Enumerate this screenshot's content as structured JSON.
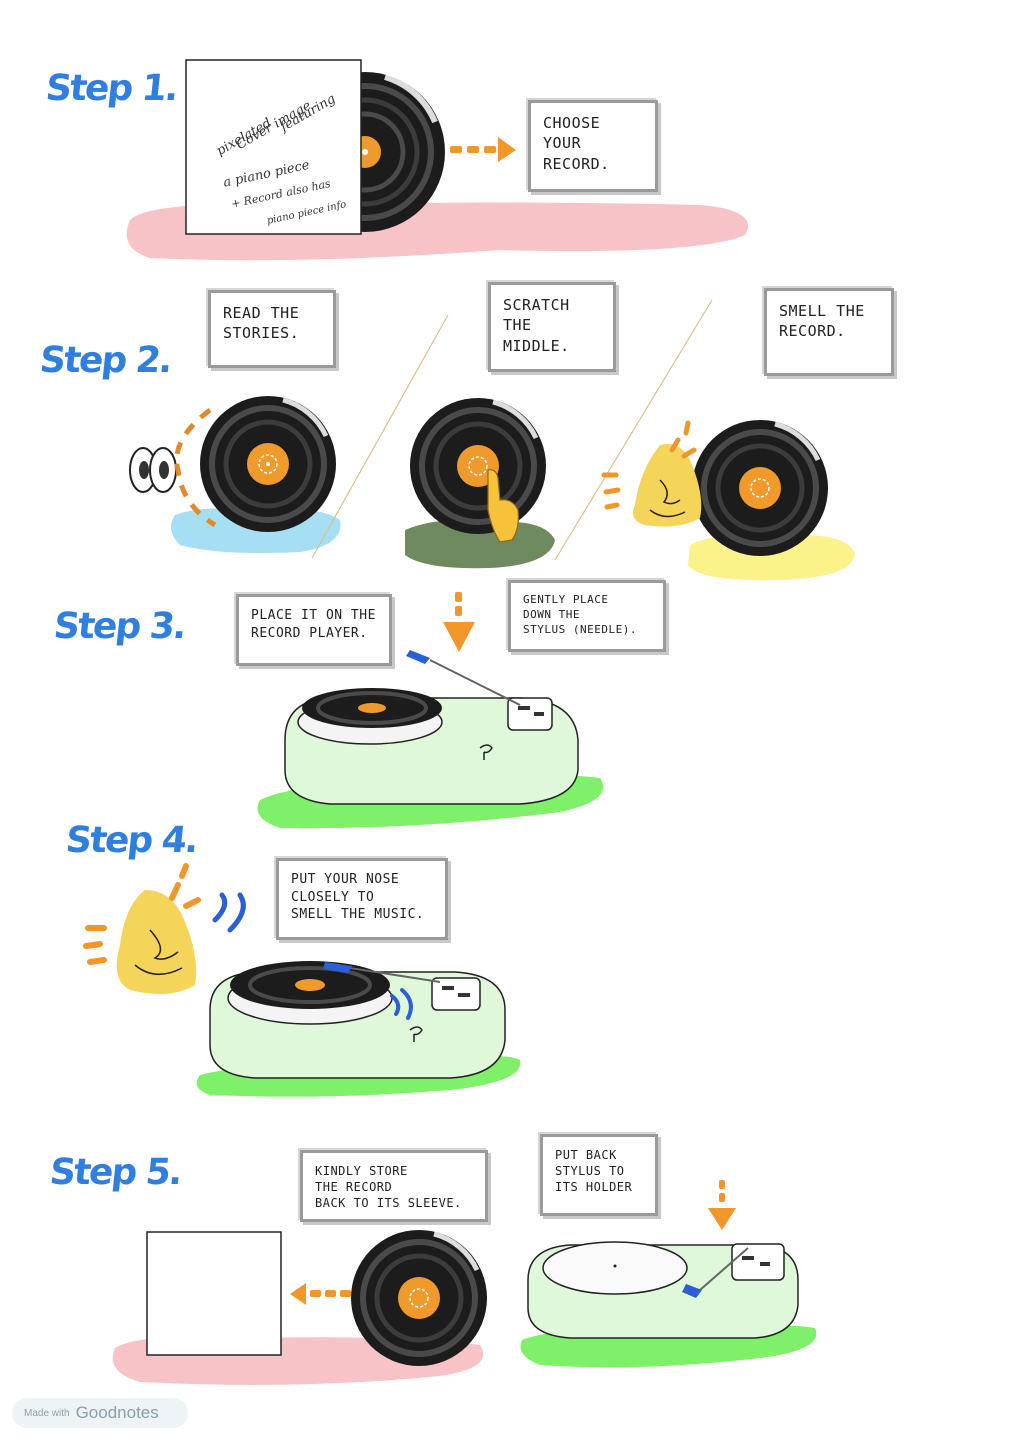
{
  "steps": [
    {
      "title": "Step 1.",
      "notes": [
        [
          "Choose",
          "your",
          "record."
        ]
      ]
    },
    {
      "title": "Step 2.",
      "notes": [
        [
          "Read the",
          "stories."
        ],
        [
          "Scratch the",
          "middle."
        ],
        [
          "Smell the",
          "record."
        ]
      ]
    },
    {
      "title": "Step 3.",
      "notes": [
        [
          "Place it on the",
          "record player."
        ],
        [
          "Gently place",
          "down the",
          "stylus (needle)."
        ]
      ]
    },
    {
      "title": "Step 4.",
      "notes": [
        [
          "Put your nose",
          "closely to",
          "smell the music."
        ]
      ]
    },
    {
      "title": "Step 5.",
      "notes": [
        [
          "Kindly store",
          "the record",
          "back to its sleeve."
        ],
        [
          "Put back",
          "stylus to",
          "its holder"
        ]
      ]
    }
  ],
  "cover_note": [
    "pixelated",
    "Cover image",
    "featuring",
    "a piano piece",
    "+ Record also has",
    "piano piece info"
  ],
  "badge": {
    "made_with": "Made with",
    "brand": "Goodnotes"
  },
  "colors": {
    "step_blue": "#2f7fe0",
    "arrow_orange": "#f0962a",
    "label_orange": "#f09a2c",
    "pink_smudge": "#f7c3c6",
    "green_smudge": "#7ef06a",
    "player_green": "#dff8d9",
    "stylus_blue": "#2a5fd6",
    "nose_yellow": "#f5d45a"
  }
}
